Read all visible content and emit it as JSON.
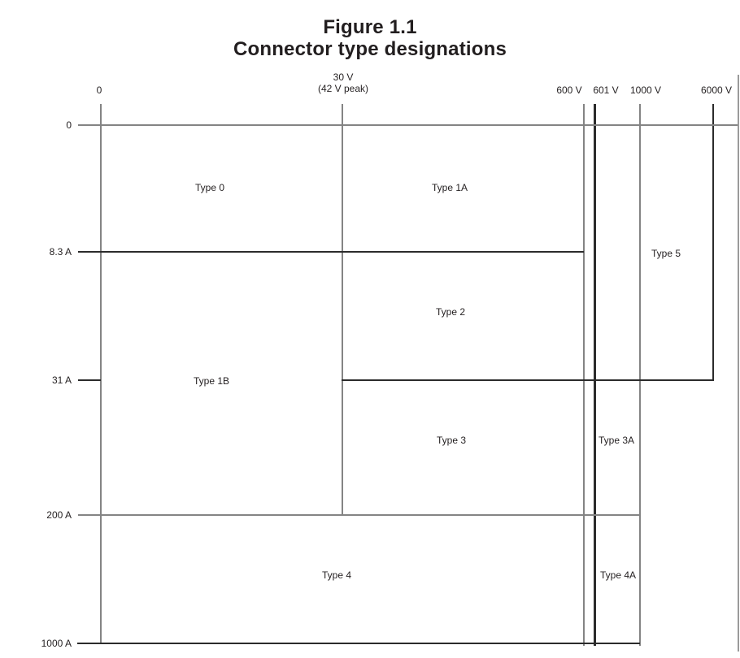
{
  "figure": {
    "title_line1": "Figure 1.1",
    "title_line2": "Connector type designations"
  },
  "axes": {
    "voltage": {
      "unit": "V",
      "labels": [
        {
          "text": "0"
        },
        {
          "text": "30 V"
        },
        {
          "text": "(42 V peak)"
        },
        {
          "text": "600 V"
        },
        {
          "text": "601 V"
        },
        {
          "text": "1000 V"
        },
        {
          "text": "6000 V"
        }
      ]
    },
    "current": {
      "unit": "A",
      "labels": [
        {
          "text": "0"
        },
        {
          "text": "8.3 A"
        },
        {
          "text": "31 A"
        },
        {
          "text": "200 A"
        },
        {
          "text": "1000 A"
        }
      ]
    }
  },
  "regions": [
    {
      "label": "Type 0",
      "voltage_range": "0-30 V",
      "current_range": "0-8.3 A"
    },
    {
      "label": "Type 1A",
      "voltage_range": "30-600 V",
      "current_range": "0-8.3 A"
    },
    {
      "label": "Type 1B",
      "voltage_range": "0-30 V",
      "current_range": "8.3-200 A"
    },
    {
      "label": "Type 2",
      "voltage_range": "30-600 V",
      "current_range": "8.3-31 A"
    },
    {
      "label": "Type 3",
      "voltage_range": "30-600 V",
      "current_range": "31-200 A"
    },
    {
      "label": "Type 3A",
      "voltage_range": "601-1000 V",
      "current_range": "31-200 A"
    },
    {
      "label": "Type 4",
      "voltage_range": "0-600 V",
      "current_range": "200-1000 A"
    },
    {
      "label": "Type 4A",
      "voltage_range": "601-1000 V",
      "current_range": "200-1000 A"
    },
    {
      "label": "Type 5",
      "voltage_range": "1000-6000 V",
      "current_range": "0-31 A"
    }
  ],
  "colors": {
    "line_gray": "#848484",
    "line_black": "#2b2b2b",
    "text": "#231f20",
    "background": "#ffffff"
  }
}
